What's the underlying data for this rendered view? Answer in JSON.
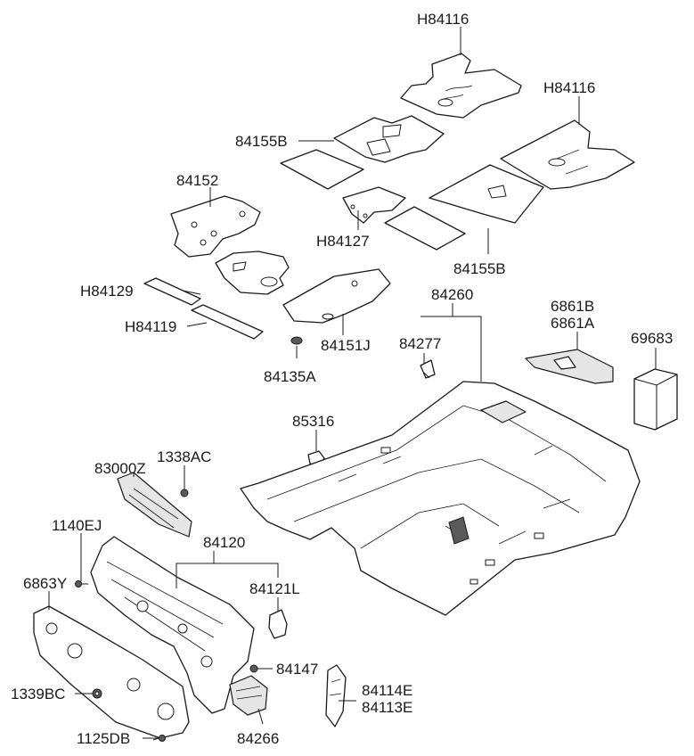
{
  "labels": {
    "h84116_top": "H84116",
    "h84116_right": "H84116",
    "p84155b_top": "84155B",
    "p84155b_bottom": "84155B",
    "p84152": "84152",
    "h84127": "H84127",
    "h84129": "H84129",
    "h84119": "H84119",
    "p84151j": "84151J",
    "p84135a": "84135A",
    "p84260": "84260",
    "p84277": "84277",
    "p6861b": "6861B",
    "p6861a": "6861A",
    "p69683": "69683",
    "p85316": "85316",
    "p83000z": "83000Z",
    "p1338ac": "1338AC",
    "p1140ej": "1140EJ",
    "p84120": "84120",
    "p6863y": "6863Y",
    "p84121l": "84121L",
    "p84147": "84147",
    "p1339bc": "1339BC",
    "p84114e": "84114E",
    "p84113e": "84113E",
    "p1125db": "1125DB",
    "p84266": "84266"
  }
}
